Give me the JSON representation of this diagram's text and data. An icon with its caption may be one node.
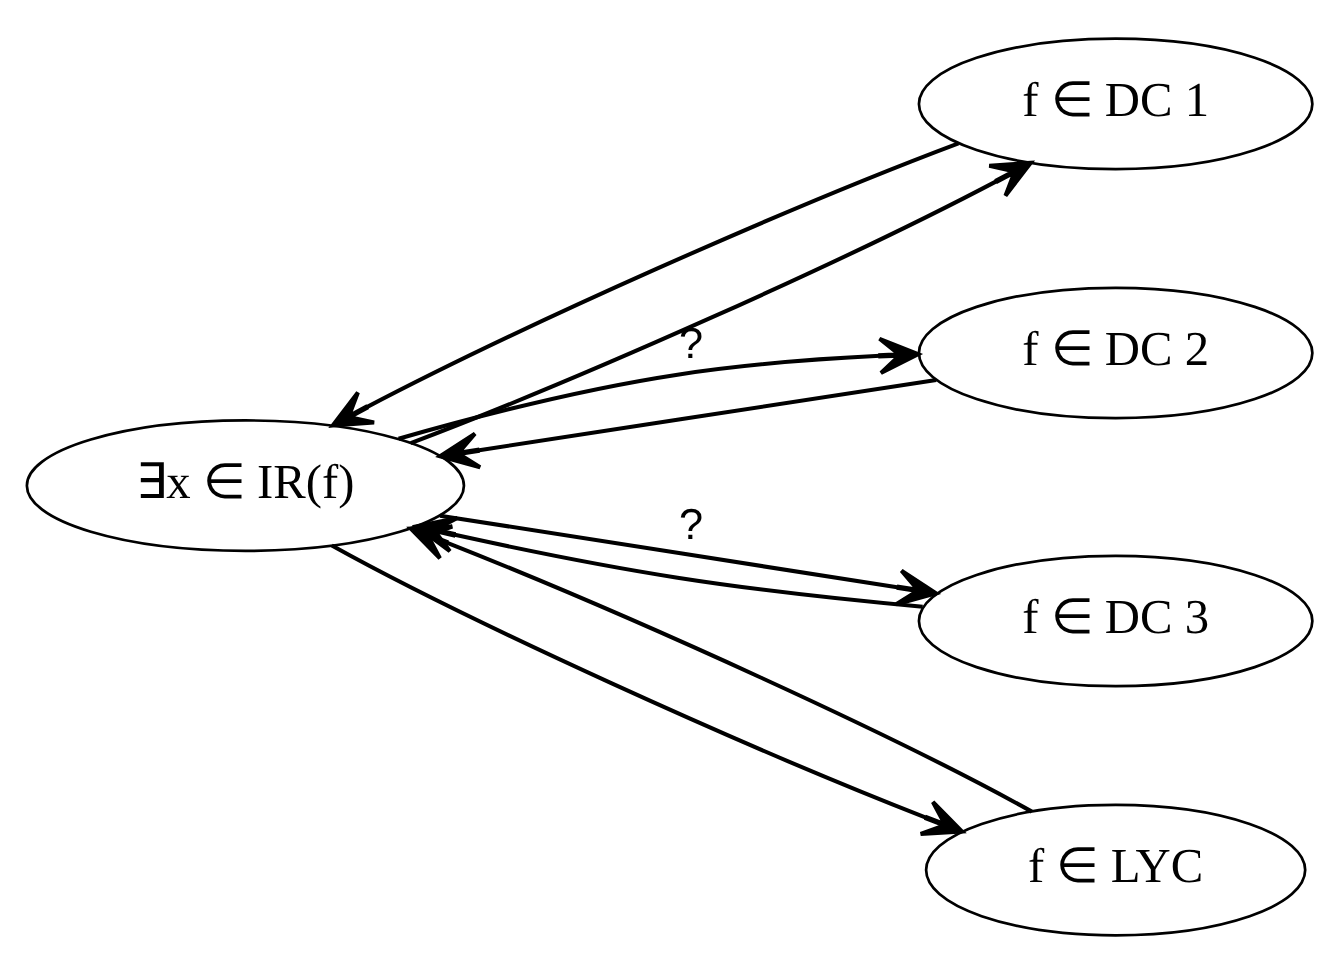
{
  "diagram": {
    "nodes": [
      {
        "text": [
          "∃x ∈ IR(f)"
        ]
      },
      {
        "text": [
          "f ∈ DC 1"
        ]
      },
      {
        "text": [
          "f ∈ DC 2"
        ]
      },
      {
        "text": [
          "f ∈ DC 3"
        ]
      },
      {
        "text": [
          "f ∈ LYC"
        ]
      }
    ],
    "edges": [
      {
        "from": 0,
        "to": 1,
        "arrow": "to"
      },
      {
        "from": 1,
        "to": 0,
        "arrow": "to"
      },
      {
        "from": 0,
        "to": 2,
        "arrow": "to",
        "label": "?"
      },
      {
        "from": 2,
        "to": 0,
        "arrow": "to"
      },
      {
        "from": 0,
        "to": 3,
        "arrow": "to",
        "label": "?"
      },
      {
        "from": 3,
        "to": 0,
        "arrow": "to"
      },
      {
        "from": 0,
        "to": 4,
        "arrow": "to"
      },
      {
        "from": 4,
        "to": 0,
        "arrow": "to"
      }
    ]
  }
}
